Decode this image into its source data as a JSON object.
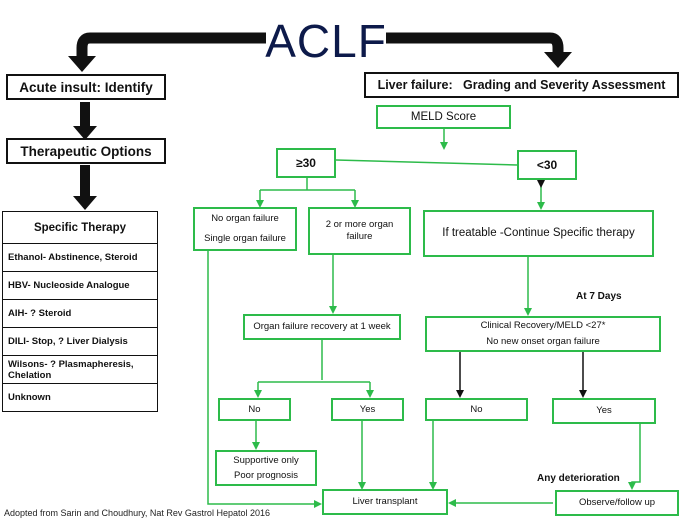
{
  "title": "ACLF",
  "left": {
    "acute_insult": "Acute insult: Identify",
    "therapeutic_options": "Therapeutic Options",
    "specific_therapy": {
      "heading": "Specific Therapy",
      "rows": [
        "Ethanol- Abstinence, Steroid",
        "HBV- Nucleoside Analogue",
        "AIH- ? Steroid",
        "DILI- Stop, ? Liver Dialysis",
        "Wilsons- ? Plasmapheresis, Chelation",
        "Unknown"
      ]
    }
  },
  "right": {
    "liver_failure": "Liver failure:   Grading and Severity Assessment",
    "meld_score": "MELD Score",
    "ge30": "≥30",
    "lt30": "<30",
    "no_organ_failure_1": "No organ failure",
    "no_organ_failure_2": "Single organ failure",
    "two_or_more": "2 or more organ failure",
    "if_treatable": "If treatable -Continue Specific therapy",
    "at_7_days": "At 7 Days",
    "organ_recovery": "Organ failure recovery at 1 week",
    "clinical_recovery_1": "Clinical Recovery/MELD <27*",
    "clinical_recovery_2": "No new onset organ failure",
    "no_left": "No",
    "yes_left": "Yes",
    "no_right": "No",
    "yes_right": "Yes",
    "supportive_1": "Supportive only",
    "supportive_2": "Poor prognosis",
    "any_deterioration": "Any deterioration",
    "liver_transplant": "Liver transplant",
    "observe": "Observe/follow up"
  },
  "caption": "Adopted from Sarin and Choudhury, Nat Rev Gastrol Hepatol 2016",
  "colors": {
    "green": "#2dbb4a",
    "black": "#111111",
    "title": "#0d1a4a"
  }
}
